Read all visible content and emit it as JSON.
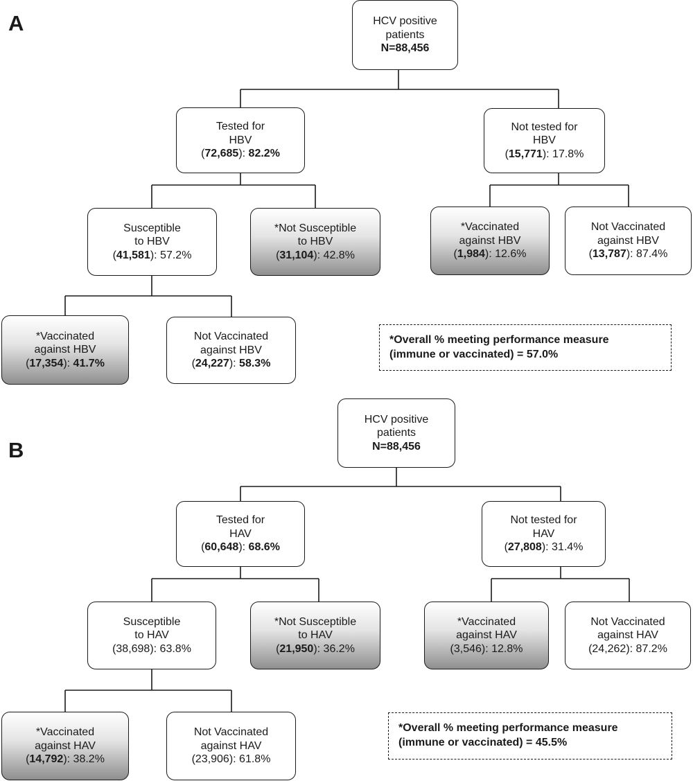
{
  "panels": [
    {
      "label": "A",
      "root": {
        "line1": "HCV positive",
        "line2": "patients",
        "count": "N=88,456"
      },
      "tested": {
        "line1": "Tested for",
        "line2": "HBV",
        "n": "72,685",
        "pct": "82.2%"
      },
      "not_tested": {
        "line1": "Not tested for",
        "line2": "HBV",
        "n": "15,771",
        "pct": "17.8%"
      },
      "susceptible": {
        "line1": "Susceptible",
        "line2": "to HBV",
        "n": "41,581",
        "pct": "57.2%"
      },
      "not_susceptible": {
        "line1": "*Not Susceptible",
        "line2": "to HBV",
        "n": "31,104",
        "pct": "42.8%"
      },
      "nt_vaccinated": {
        "line1": "*Vaccinated",
        "line2": "against HBV",
        "n": "1,984",
        "pct": "12.6%"
      },
      "nt_not_vaccinated": {
        "line1": "Not Vaccinated",
        "line2": "against HBV",
        "n": "13,787",
        "pct": "87.4%"
      },
      "s_vaccinated": {
        "line1": "*Vaccinated",
        "line2": "against HBV",
        "n": "17,354",
        "pct": "41.7%"
      },
      "s_not_vaccinated": {
        "line1": "Not Vaccinated",
        "line2": "against HBV",
        "n": "24,227",
        "pct": "58.3%"
      },
      "note": {
        "line1": "*Overall % meeting performance measure",
        "line2": "(immune or vaccinated) = 57.0%"
      }
    },
    {
      "label": "B",
      "root": {
        "line1": "HCV positive",
        "line2": "patients",
        "count": "N=88,456"
      },
      "tested": {
        "line1": "Tested for",
        "line2": "HAV",
        "n": "60,648",
        "pct": "68.6%"
      },
      "not_tested": {
        "line1": "Not tested for",
        "line2": "HAV",
        "n": "27,808",
        "pct": "31.4%"
      },
      "susceptible": {
        "line1": "Susceptible",
        "line2": "to HAV",
        "n": "38,698",
        "pct": "63.8%"
      },
      "not_susceptible": {
        "line1": "*Not Susceptible",
        "line2": "to HAV",
        "n": "21,950",
        "pct": "36.2%"
      },
      "nt_vaccinated": {
        "line1": "*Vaccinated",
        "line2": "against HAV",
        "n": "3,546",
        "pct": "12.8%"
      },
      "nt_not_vaccinated": {
        "line1": "Not Vaccinated",
        "line2": "against HAV",
        "n": "24,262",
        "pct": "87.2%"
      },
      "s_vaccinated": {
        "line1": "*Vaccinated",
        "line2": "against HAV",
        "n": "14,792",
        "pct": "38.2%"
      },
      "s_not_vaccinated": {
        "line1": "Not Vaccinated",
        "line2": "against HAV",
        "n": "23,906",
        "pct": "61.8%"
      },
      "note": {
        "line1": "*Overall % meeting performance measure",
        "line2": "(immune or vaccinated) = 45.5%"
      }
    }
  ]
}
